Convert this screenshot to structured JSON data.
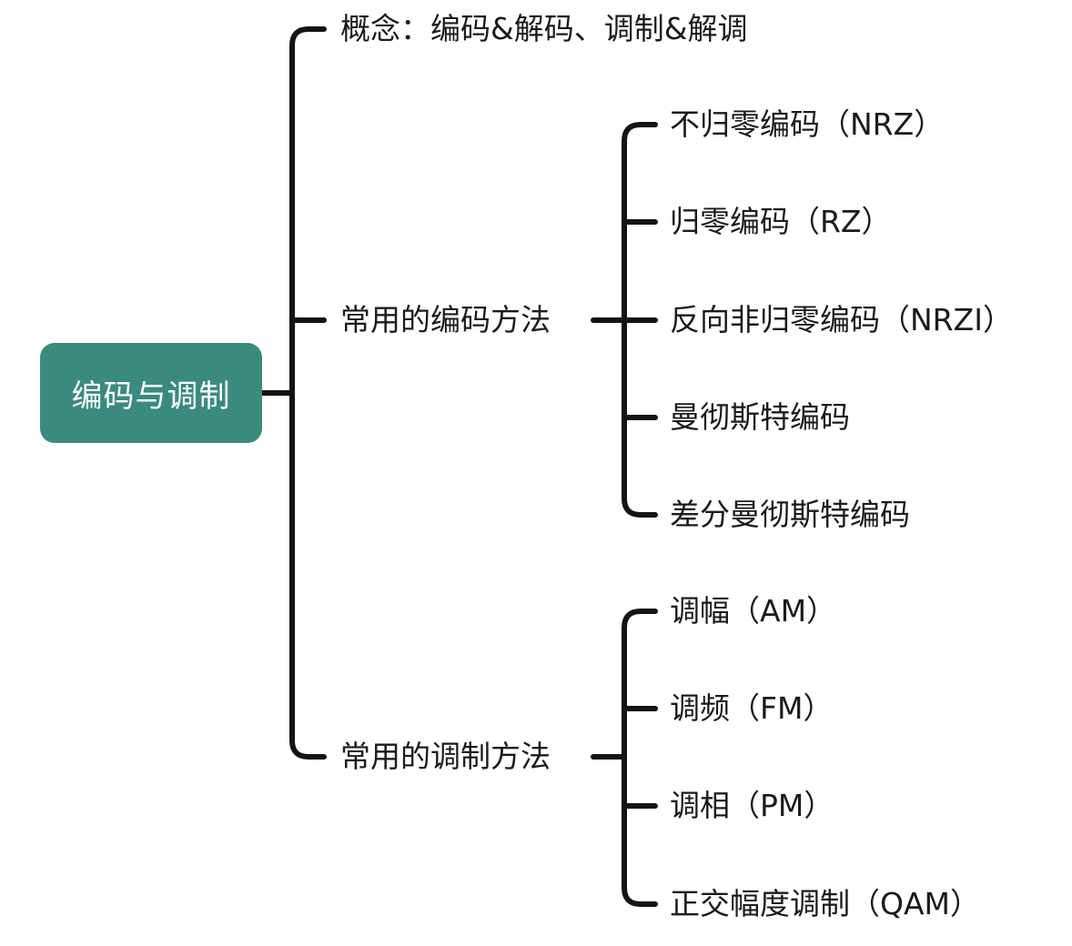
{
  "colors": {
    "root_fill": "#3a8a7f",
    "line": "#141414",
    "text": "#1b1b1b",
    "root_text": "#ffffff"
  },
  "root": {
    "label": "编码与调制"
  },
  "level1": [
    {
      "label": "概念：编码&解码、调制&解调"
    },
    {
      "label": "常用的编码方法"
    },
    {
      "label": "常用的调制方法"
    }
  ],
  "encoding_methods": [
    {
      "label": "不归零编码（NRZ）"
    },
    {
      "label": "归零编码（RZ）"
    },
    {
      "label": "反向非归零编码（NRZI）"
    },
    {
      "label": "曼彻斯特编码"
    },
    {
      "label": "差分曼彻斯特编码"
    }
  ],
  "modulation_methods": [
    {
      "label": "调幅（AM）"
    },
    {
      "label": "调频（FM）"
    },
    {
      "label": "调相（PM）"
    },
    {
      "label": "正交幅度调制（QAM）"
    }
  ]
}
